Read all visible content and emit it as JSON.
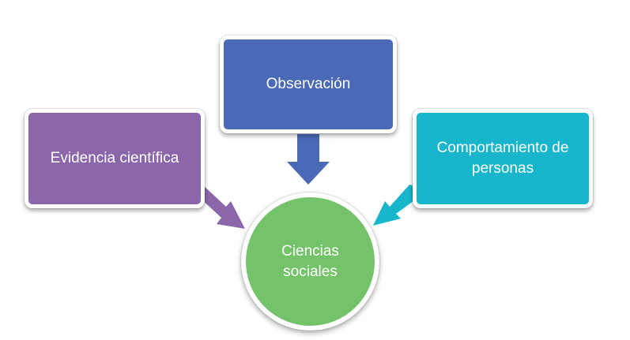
{
  "diagram": {
    "top_box": {
      "label": "Observación",
      "color": "#4a69b6"
    },
    "left_box": {
      "label": "Evidencia científica",
      "color": "#8b66ab"
    },
    "right_box": {
      "label": "Comportamiento de personas",
      "color": "#17b6cc"
    },
    "center": {
      "label": "Ciencias sociales",
      "color": "#74c26a"
    },
    "arrow_colors": {
      "top": "#4a69b6",
      "left": "#8b66ab",
      "right": "#17b6cc"
    }
  }
}
